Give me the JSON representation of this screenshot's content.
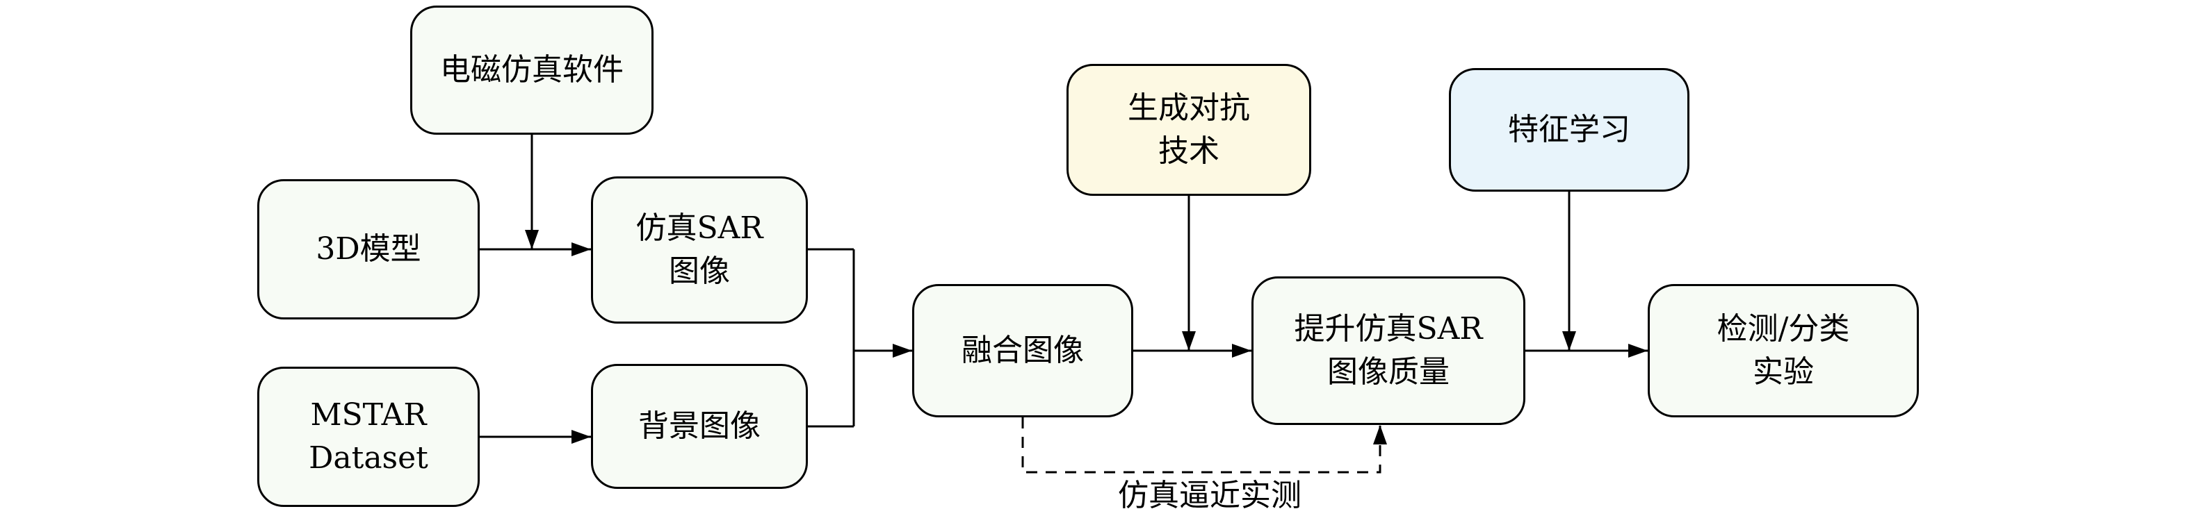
{
  "diagram": {
    "nodes": {
      "em_sim": {
        "label": "电磁仿真软件"
      },
      "model_3d": {
        "label": "3D模型"
      },
      "sim_sar": {
        "label": "仿真SAR\n图像"
      },
      "mstar": {
        "label": "MSTAR\nDataset"
      },
      "bg_image": {
        "label": "背景图像"
      },
      "fusion": {
        "label": "融合图像"
      },
      "gan": {
        "label": "生成对抗\n技术"
      },
      "enhance": {
        "label": "提升仿真SAR\n图像质量"
      },
      "feature": {
        "label": "特征学习"
      },
      "detect": {
        "label": "检测/分类\n实验"
      }
    },
    "edge_label": "仿真逼近实测",
    "colors": {
      "node-fill": "#f7fbf5",
      "gan-fill": "#fdf9e3",
      "feature-fill": "#e8f4fb",
      "stroke": "#000000",
      "background": "#ffffff"
    }
  }
}
